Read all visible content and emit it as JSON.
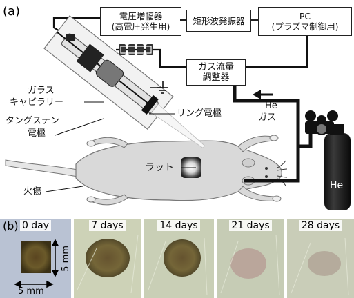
{
  "panel_a": {
    "letter": "(a)",
    "boxes": {
      "amplifier_line1": "電圧増幅器",
      "amplifier_line2": "(高電圧発生用)",
      "oscillator": "矩形波発振器",
      "pc_line1": "PC",
      "pc_line2": "(プラズマ制御用)",
      "flow_line1": "ガス流量",
      "flow_line2": "調整器"
    },
    "labels": {
      "glass_line1": "ガラス",
      "glass_line2": "キャピラリー",
      "tungsten_line1": "タングステン",
      "tungsten_line2": "電極",
      "ring_electrode": "リング電極",
      "he_gas_line1": "He",
      "he_gas_line2": "ガス",
      "cylinder": "He",
      "rat": "ラット",
      "burn": "火傷"
    }
  },
  "panel_b": {
    "letter": "(b)",
    "days": [
      "0 day",
      "7 days",
      "14 days",
      "21 days",
      "28 days"
    ],
    "scale_vertical": "5 mm",
    "scale_horizontal": "5 mm"
  }
}
